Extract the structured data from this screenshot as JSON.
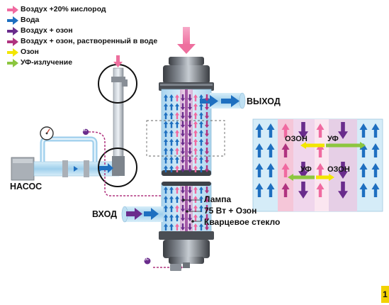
{
  "legend": {
    "items": [
      {
        "label": "Воздух +20% кислород",
        "color": "#f06aa0",
        "icon": "pink-arrow-icon"
      },
      {
        "label": "Вода",
        "color": "#1e6fc0",
        "icon": "blue-arrow-icon"
      },
      {
        "label": "Воздух + озон",
        "color": "#6a2c8c",
        "icon": "purple-arrow-icon"
      },
      {
        "label": "Воздух + озон, растворенный в воде",
        "color": "#b0337f",
        "icon": "magenta-arrow-icon"
      },
      {
        "label": "Озон",
        "color": "#f2e600",
        "icon": "yellow-arrow-icon"
      },
      {
        "label": "УФ-излучение",
        "color": "#8cc63f",
        "icon": "green-arrow-icon"
      }
    ]
  },
  "labels": {
    "outlet": "ВЫХОД",
    "inlet": "ВХОД",
    "pump": "НАСОС",
    "lamp_line1": "Лампа",
    "lamp_line2": "75 Вт + Озон",
    "quartz": "Кварцевое стекло",
    "ozone_1": "ОЗОН",
    "uv_1": "УФ",
    "uv_2": "УФ",
    "ozone_2": "ОЗОН",
    "page_number": "1",
    "o2_badge": "O₂"
  },
  "colors": {
    "water": "#1e6fc0",
    "air": "#f06aa0",
    "ozone_air": "#6a2c8c",
    "dissolved": "#b0337f",
    "ozone": "#f2e600",
    "uv": "#8cc63f",
    "housing": "#555a60",
    "tube_light": "#cfe8f6"
  }
}
